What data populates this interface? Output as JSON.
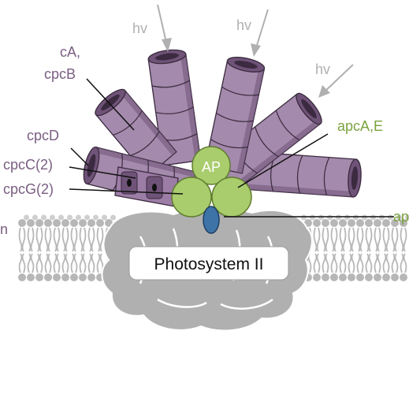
{
  "colors": {
    "rod": "#a48aac",
    "rod_dark": "#6f5378",
    "rod_line": "#3a2a3e",
    "ap": "#a9cc6d",
    "ap_line": "#5f7c2e",
    "blue": "#3e73a8",
    "membrane": "#b7b7b7",
    "ps2": "#b0b0b0",
    "label_purple": "#7a5e82",
    "label_green": "#7ba23f",
    "arrow_gray": "#b0b0b0"
  },
  "light_labels": [
    "hv",
    "hv",
    "hv"
  ],
  "labels": {
    "cpcA_B_line1": "cA,",
    "cpcA_B_line2": "cpcB",
    "cpcD": "cpcD",
    "cpcC": "cpcC(2)",
    "cpcG": "cpcG(2)",
    "apcA_B": "apcA,E",
    "ap_core": "AP",
    "right_edge": "ap",
    "left_edge": "n",
    "photosystem": "Photosystem II"
  }
}
